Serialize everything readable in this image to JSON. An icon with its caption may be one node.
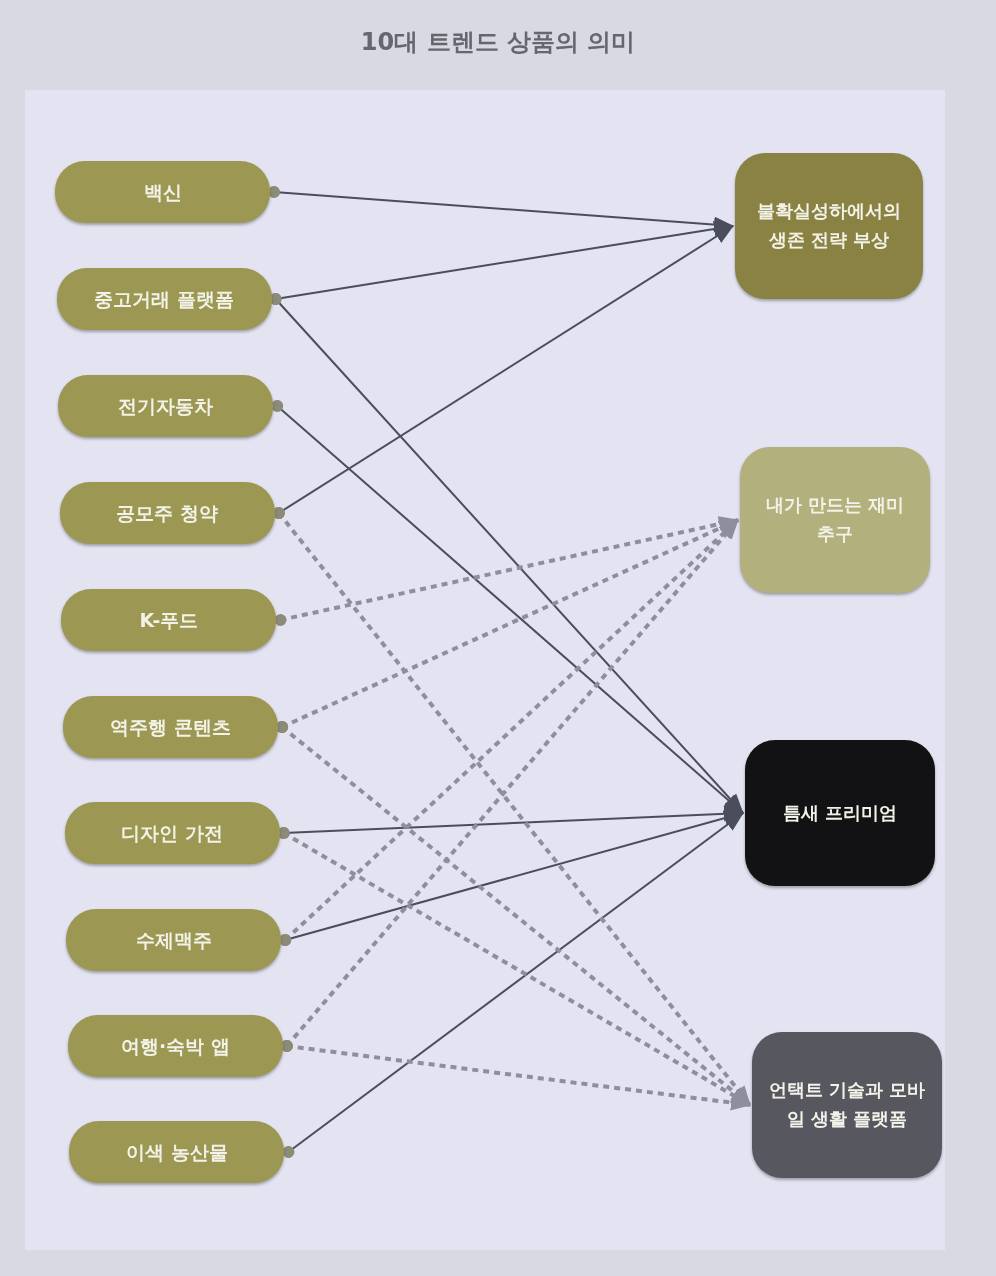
{
  "diagram": {
    "title": "10대 트렌드 상품의 의미",
    "nodes": [
      {
        "text": [
          "백신"
        ]
      },
      {
        "text": [
          "중고거래 플랫폼"
        ]
      },
      {
        "text": [
          "전기자동차"
        ]
      },
      {
        "text": [
          "공모주 청약"
        ]
      },
      {
        "text": [
          "K-푸드"
        ]
      },
      {
        "text": [
          "역주행 콘텐츠"
        ]
      },
      {
        "text": [
          "디자인 가전"
        ]
      },
      {
        "text": [
          "수제맥주"
        ]
      },
      {
        "text": [
          "여행·숙박 앱"
        ]
      },
      {
        "text": [
          "이색 농산물"
        ]
      },
      {
        "text": [
          "불확실성하에서의 생존 전략 부상"
        ]
      },
      {
        "text": [
          "내가 만드는 재미 추구"
        ]
      },
      {
        "text": [
          "틈새 프리미엄"
        ]
      },
      {
        "text": [
          "언택트 기술과 모바일 생활 플랫폼"
        ]
      }
    ],
    "edges": [
      {
        "from": 0,
        "to": 10,
        "arrow": "to"
      },
      {
        "from": 1,
        "to": 10,
        "arrow": "to"
      },
      {
        "from": 3,
        "to": 10,
        "arrow": "to"
      },
      {
        "from": 1,
        "to": 12,
        "arrow": "to"
      },
      {
        "from": 2,
        "to": 12,
        "arrow": "to"
      },
      {
        "from": 6,
        "to": 12,
        "arrow": "to"
      },
      {
        "from": 7,
        "to": 12,
        "arrow": "to"
      },
      {
        "from": 9,
        "to": 12,
        "arrow": "to"
      },
      {
        "from": 4,
        "to": 11,
        "arrow": "to",
        "style": "dashed",
        "color": "#8e8e9c"
      },
      {
        "from": 5,
        "to": 11,
        "arrow": "to",
        "style": "dashed",
        "color": "#8e8e9c"
      },
      {
        "from": 7,
        "to": 11,
        "arrow": "to",
        "style": "dashed",
        "color": "#8e8e9c"
      },
      {
        "from": 8,
        "to": 11,
        "arrow": "to",
        "style": "dashed",
        "color": "#8e8e9c"
      },
      {
        "from": 3,
        "to": 13,
        "arrow": "to",
        "style": "dashed",
        "color": "#8e8e9c"
      },
      {
        "from": 5,
        "to": 13,
        "arrow": "to",
        "style": "dashed",
        "color": "#8e8e9c"
      },
      {
        "from": 6,
        "to": 13,
        "arrow": "to",
        "style": "dashed",
        "color": "#8e8e9c"
      },
      {
        "from": 8,
        "to": 13,
        "arrow": "to",
        "style": "dashed",
        "color": "#8e8e9c"
      }
    ]
  }
}
